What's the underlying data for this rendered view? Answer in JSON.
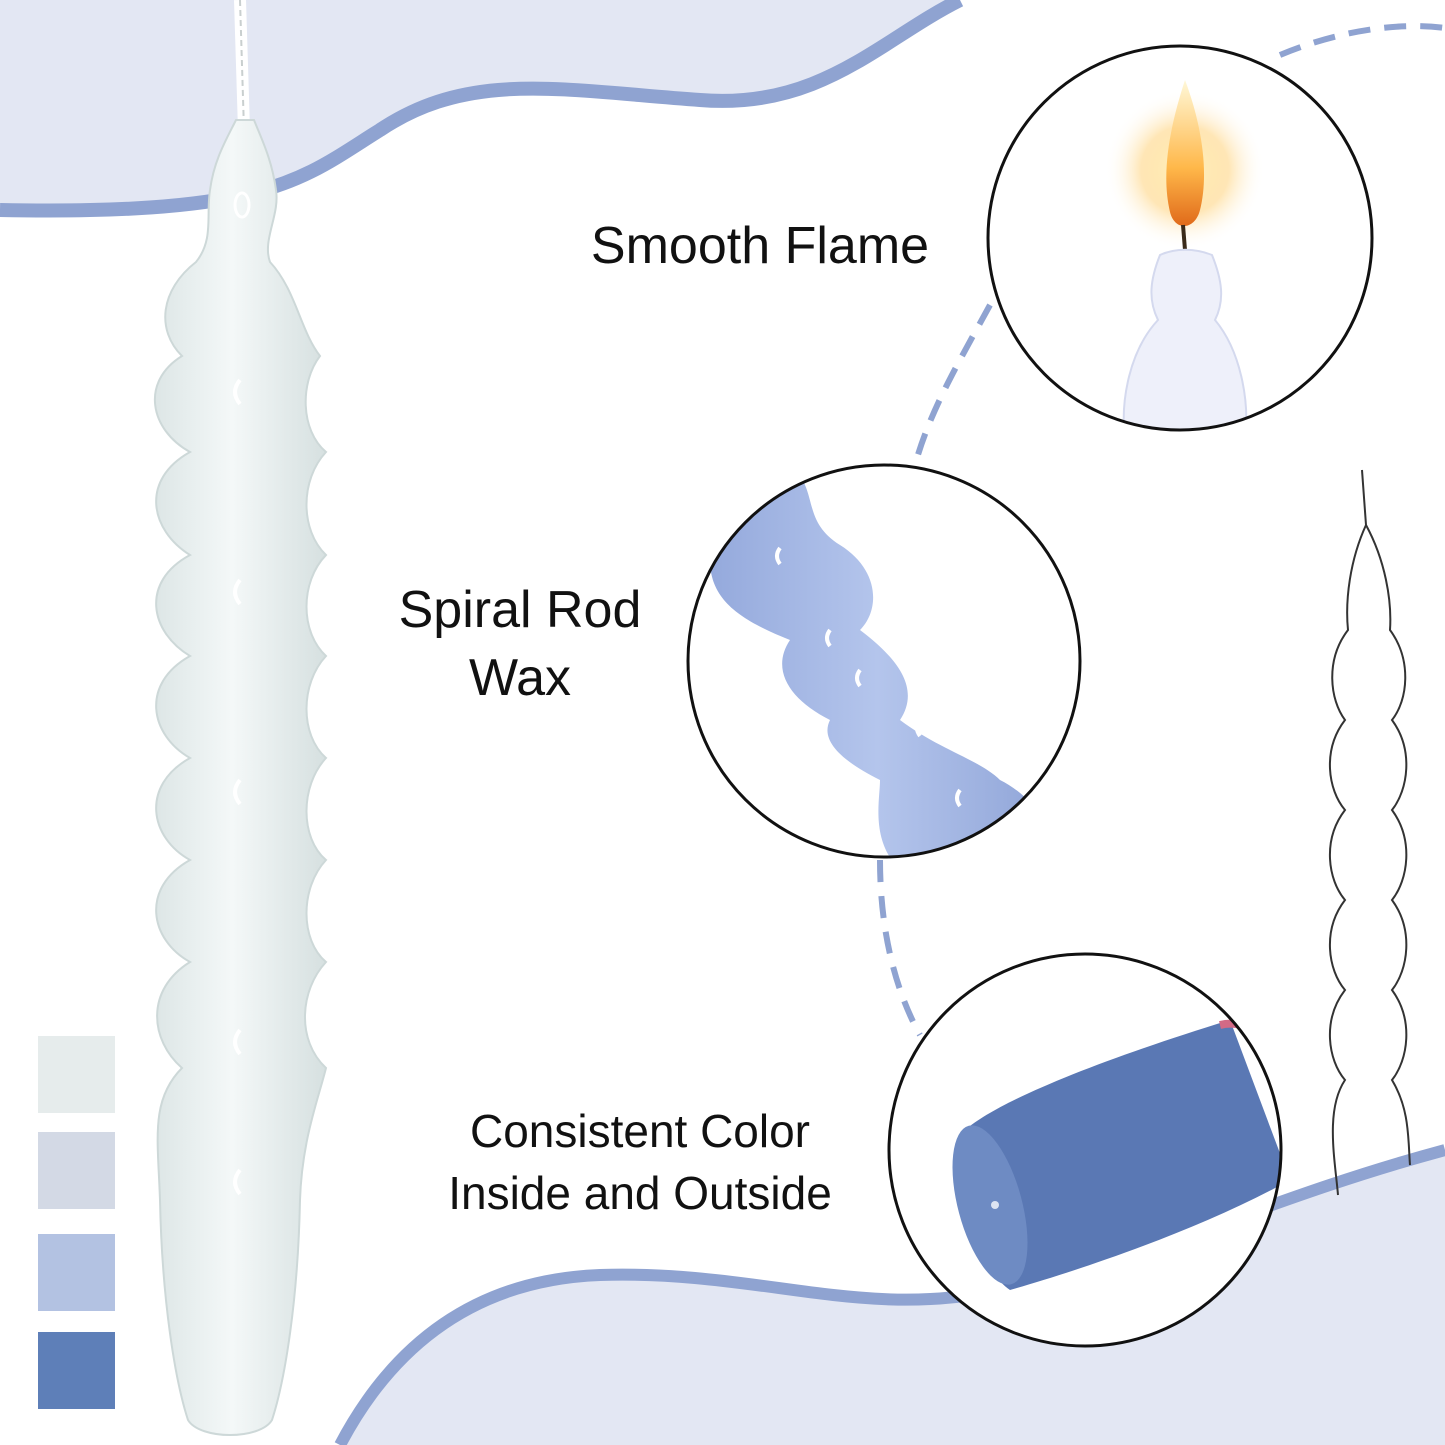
{
  "features": {
    "flame": {
      "line1": "Smooth Flame"
    },
    "spiral": {
      "line1": "Spiral Rod",
      "line2": "Wax"
    },
    "color": {
      "line1": "Consistent Color",
      "line2": "Inside and Outside"
    }
  },
  "swatches": [
    {
      "name": "white",
      "color": "#e6ecec"
    },
    {
      "name": "light-gray-blue",
      "color": "#d3d9e5"
    },
    {
      "name": "light-blue",
      "color": "#b3c2e2"
    },
    {
      "name": "blue",
      "color": "#5e7fb8"
    }
  ],
  "colors": {
    "accent": "#8fa3d1",
    "background_wave": "#e3e7f3",
    "candle_white": "#edf2f2",
    "candle_blue": "#a8bbe6"
  }
}
